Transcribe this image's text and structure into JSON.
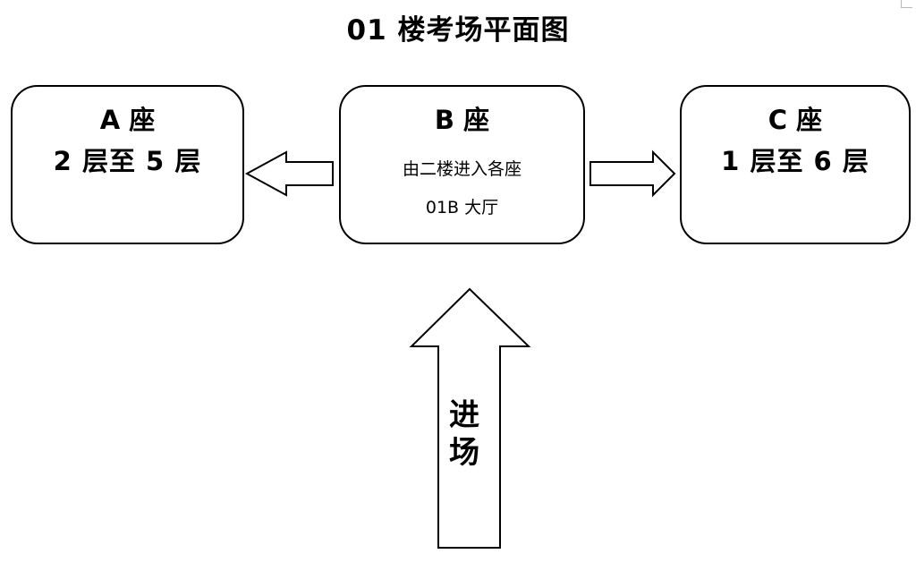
{
  "title": "01 楼考场平面图",
  "blocks": {
    "a": {
      "name": "A 座",
      "floors": "2 层至 5 层"
    },
    "b": {
      "name": "B 座",
      "note_line1": "由二楼进入各座",
      "note_line2": "01B 大厅"
    },
    "c": {
      "name": "C 座",
      "floors": "1 层至 6 层"
    }
  },
  "entrance": {
    "char1": "进",
    "char2": "场"
  },
  "arrows": [
    {
      "from": "B 座",
      "to": "A 座",
      "direction": "left"
    },
    {
      "from": "B 座",
      "to": "C 座",
      "direction": "right"
    },
    {
      "from": "进场",
      "to": "B 座",
      "direction": "up"
    }
  ]
}
